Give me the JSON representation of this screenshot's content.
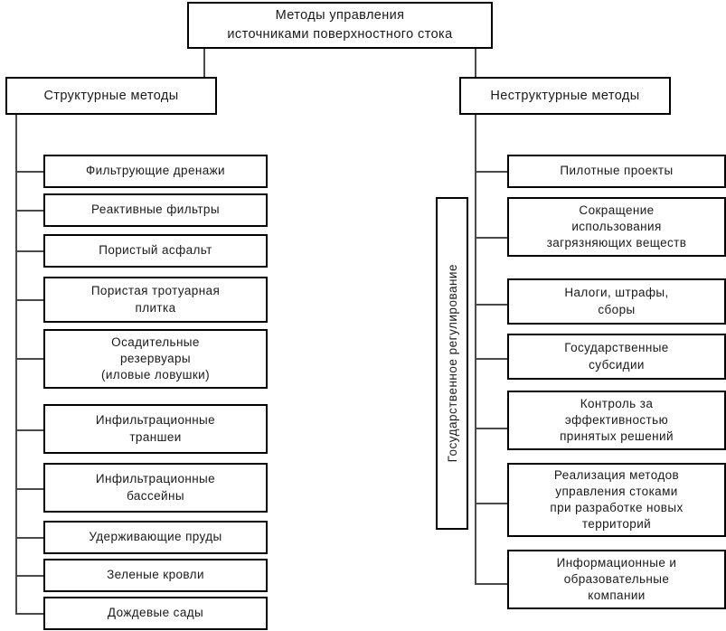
{
  "diagram": {
    "title": "Методы управления\nисточниками поверхностного стока",
    "categories": {
      "left": "Структурные методы",
      "right": "Неструктурные методы"
    },
    "group_label": "Государственное регулирование",
    "structural_methods": [
      "Фильтрующие дренажи",
      "Реактивные фильтры",
      "Пористый асфальт",
      "Пористая тротуарная\nплитка",
      "Осадительные\nрезервуары\n(иловые ловушки)",
      "Инфильтрационные\nтраншеи",
      "Инфильтрационные\nбассейны",
      "Удерживающие пруды",
      "Зеленые кровли",
      "Дождевые сады"
    ],
    "nonstructural_methods": [
      "Пилотные проекты",
      "Сокращение\nиспользования\nзагрязняющих веществ",
      "Налоги, штрафы,\nсборы",
      "Государственные\nсубсидии",
      "Контроль за\nэффективностью\nпринятых решений",
      "Реализация методов\nуправления стоками\nпри разработке новых\nтерриторий",
      "Информационные и\nобразовательные\nкомпании"
    ]
  },
  "colors": {
    "box_border": "#000000",
    "connector": "#4a4a4a",
    "background": "#ffffff",
    "text": "#1a1a1a"
  }
}
